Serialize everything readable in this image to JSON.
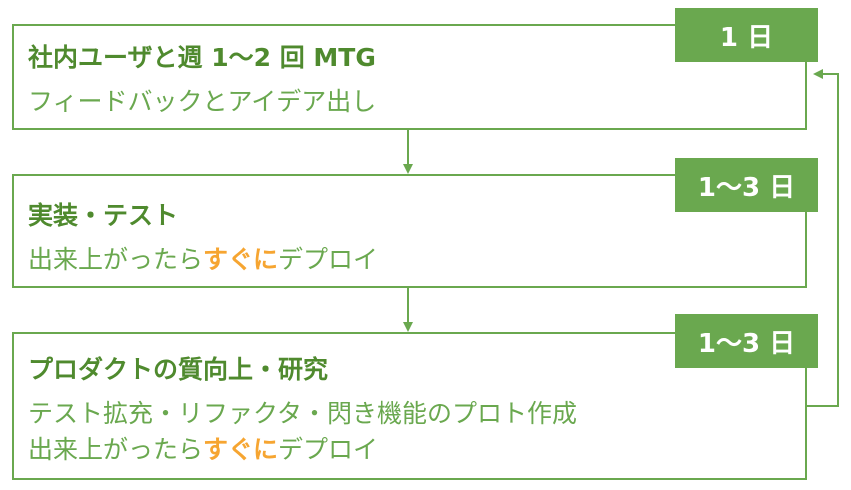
{
  "steps": [
    {
      "title": "社内ユーザと週 1〜2 回 MTG",
      "badge": "1 日",
      "line1": "フィードバックとアイデア出し"
    },
    {
      "title": "実装・テスト",
      "badge": "1〜3 日",
      "line1_pre": "出来上がったら",
      "line1_hl": "すぐに",
      "line1_post": "デプロイ"
    },
    {
      "title": "プロダクトの質向上・研究",
      "badge": "1〜3 日",
      "line1": "テスト拡充・リファクタ・閃き機能のプロト作成",
      "line2_pre": "出来上がったら",
      "line2_hl": "すぐに",
      "line2_post": "デプロイ"
    }
  ],
  "colors": {
    "accent": "#6aa84f",
    "highlight": "#f6a531"
  }
}
